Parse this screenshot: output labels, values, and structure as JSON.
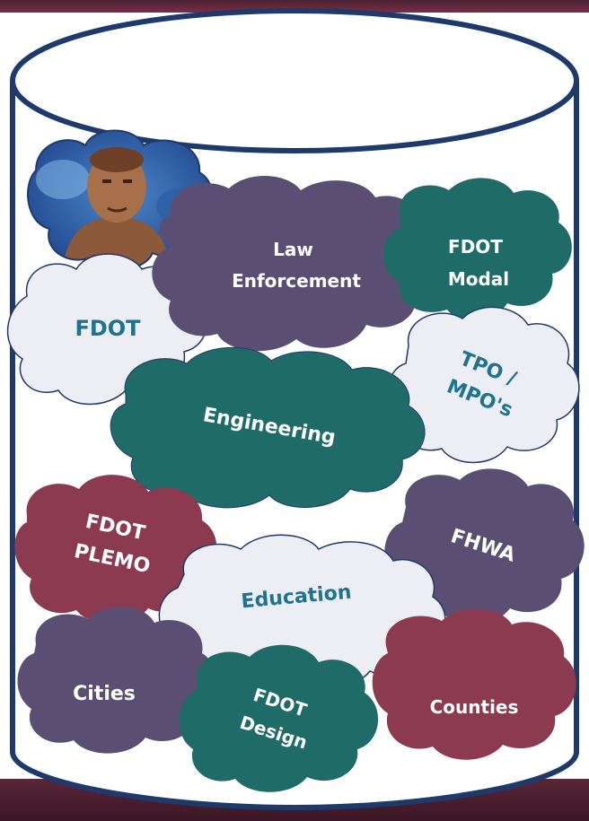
{
  "colors": {
    "purple": "#5a4f72",
    "teal": "#1f6b68",
    "maroon": "#8c3a4f",
    "light": "#eceef3",
    "blue_text": "#1d7391",
    "outline": "#1e3a6b",
    "frame": "#6a2a40"
  },
  "photo": {
    "icon": "person-photo"
  },
  "clouds": {
    "law": {
      "line1": "Law",
      "line2": "Enforcement"
    },
    "fdot_modal": {
      "line1": "FDOT",
      "line2": "Modal"
    },
    "fdot": {
      "label": "FDOT"
    },
    "tpo": {
      "line1": "TPO /",
      "line2": "MPO's"
    },
    "engineering": {
      "label": "Engineering"
    },
    "plemo": {
      "line1": "FDOT",
      "line2": "PLEMO"
    },
    "fhwa": {
      "label": "FHWA"
    },
    "education": {
      "label": "Education"
    },
    "cities": {
      "label": "Cities"
    },
    "design": {
      "line1": "FDOT",
      "line2": "Design"
    },
    "counties": {
      "label": "Counties"
    }
  }
}
